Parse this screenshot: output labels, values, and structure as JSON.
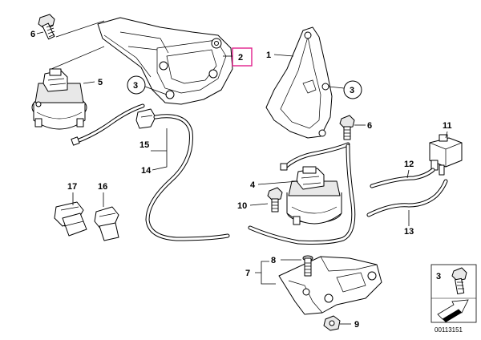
{
  "callouts": {
    "c1": "1",
    "c2": "2",
    "c3a": "3",
    "c3b": "3",
    "c3c": "3",
    "c4": "4",
    "c5": "5",
    "c6a": "6",
    "c6b": "6",
    "c7": "7",
    "c8": "8",
    "c9": "9",
    "c10": "10",
    "c11": "11",
    "c12": "12",
    "c13": "13",
    "c14": "14",
    "c15": "15",
    "c16": "16",
    "c17": "17"
  },
  "highlighted_callout": "2",
  "highlight_color": "#e0208c",
  "document_number": "00113151",
  "icons": [
    "arrow-icon",
    "bolt-icon"
  ]
}
